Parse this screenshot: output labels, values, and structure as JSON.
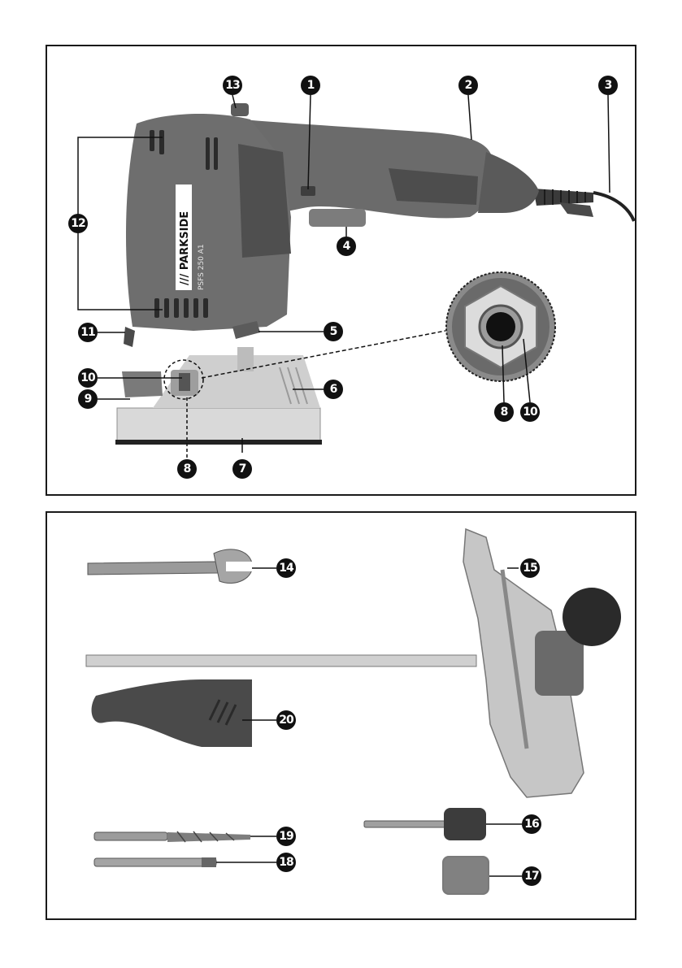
{
  "tool_text": {
    "brand": "/// PARKSIDE",
    "model": "PSFS 250 A1"
  },
  "figure_top": {
    "callouts": [
      "1",
      "2",
      "3",
      "4",
      "5",
      "6",
      "7",
      "8",
      "9",
      "10",
      "11",
      "12",
      "13",
      "8",
      "10"
    ]
  },
  "figure_bottom": {
    "callouts": [
      "14",
      "15",
      "16",
      "17",
      "18",
      "19",
      "20"
    ]
  }
}
